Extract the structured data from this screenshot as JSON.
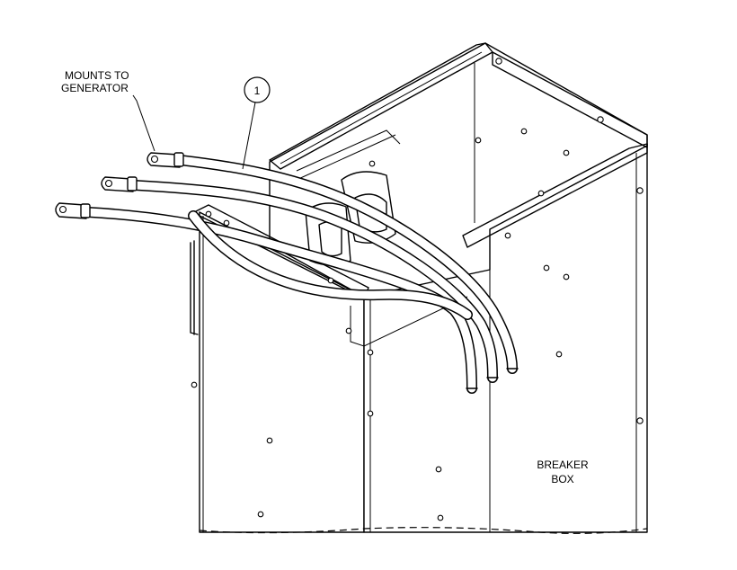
{
  "labels": {
    "mounts_line1": "MOUNTS TO",
    "mounts_line2": "GENERATOR",
    "callout_number": "1",
    "breaker_line1": "BREAKER",
    "breaker_line2": "BOX"
  }
}
